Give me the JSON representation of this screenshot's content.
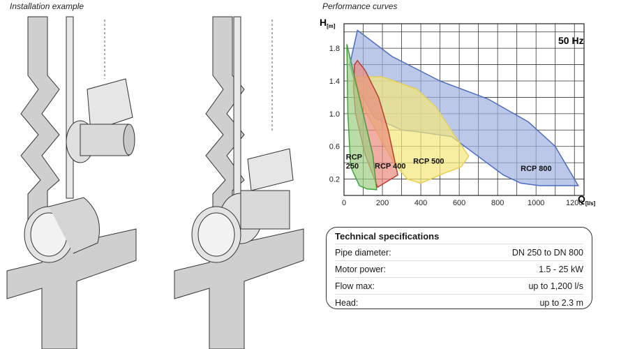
{
  "captions": {
    "installation": "Installation example",
    "performance": "Performance curves"
  },
  "chart_data": {
    "type": "area",
    "title": "",
    "frequency_label": "50 Hz",
    "y_axis": {
      "symbol": "H",
      "unit": "[m]",
      "ticks": [
        0.2,
        0.6,
        1.0,
        1.4,
        1.8
      ],
      "range": [
        0,
        2.1
      ]
    },
    "x_axis": {
      "symbol": "Q",
      "unit": "[l/s]",
      "ticks": [
        0,
        200,
        400,
        600,
        800,
        1000,
        1200
      ],
      "range": [
        0,
        1250
      ]
    },
    "grid": true,
    "series": [
      {
        "name": "RCP 800",
        "color": "#4a6cc2",
        "fill": "#9fb0de",
        "points": [
          [
            30,
            1.6
          ],
          [
            70,
            2.02
          ],
          [
            250,
            1.7
          ],
          [
            500,
            1.4
          ],
          [
            750,
            1.18
          ],
          [
            960,
            0.9
          ],
          [
            1100,
            0.6
          ],
          [
            1220,
            0.12
          ],
          [
            1020,
            0.12
          ],
          [
            920,
            0.15
          ],
          [
            830,
            0.25
          ],
          [
            560,
            0.72
          ],
          [
            380,
            0.78
          ],
          [
            300,
            0.8
          ],
          [
            160,
            0.95
          ],
          [
            60,
            1.35
          ]
        ],
        "label": "RCP 800",
        "label_pos": [
          920,
          0.3
        ]
      },
      {
        "name": "RCP 500",
        "color": "#e8d04a",
        "fill": "#f4e77a",
        "points": [
          [
            60,
            1.45
          ],
          [
            200,
            1.45
          ],
          [
            380,
            1.3
          ],
          [
            480,
            1.08
          ],
          [
            580,
            0.72
          ],
          [
            650,
            0.48
          ],
          [
            610,
            0.35
          ],
          [
            520,
            0.27
          ],
          [
            400,
            0.15
          ],
          [
            330,
            0.2
          ],
          [
            260,
            0.4
          ],
          [
            200,
            0.65
          ],
          [
            130,
            0.95
          ],
          [
            80,
            1.2
          ]
        ],
        "label": "RCP 500",
        "label_pos": [
          360,
          0.39
        ]
      },
      {
        "name": "RCP 400",
        "color": "#c23a2e",
        "fill": "#e88a7d",
        "points": [
          [
            55,
            1.6
          ],
          [
            70,
            1.65
          ],
          [
            110,
            1.53
          ],
          [
            180,
            1.2
          ],
          [
            230,
            0.8
          ],
          [
            280,
            0.25
          ],
          [
            175,
            0.1
          ],
          [
            110,
            0.5
          ],
          [
            60,
            1.0
          ],
          [
            50,
            1.3
          ]
        ],
        "label": "RCP 400",
        "label_pos": [
          160,
          0.33
        ]
      },
      {
        "name": "RCP 250",
        "color": "#3fa33a",
        "fill": "#9ccf83",
        "points": [
          [
            15,
            1.85
          ],
          [
            40,
            1.6
          ],
          [
            70,
            1.3
          ],
          [
            110,
            0.9
          ],
          [
            150,
            0.5
          ],
          [
            170,
            0.07
          ],
          [
            120,
            0.08
          ],
          [
            80,
            0.12
          ],
          [
            35,
            0.35
          ],
          [
            20,
            1.0
          ]
        ],
        "label_lines": [
          "RCP",
          "250"
        ],
        "label_pos": [
          10,
          0.44
        ]
      }
    ]
  },
  "specs": {
    "title": "Technical specifications",
    "rows": [
      {
        "label": "Pipe diameter:",
        "value": "DN 250 to DN 800"
      },
      {
        "label": "Motor power:",
        "value": "1.5 - 25 kW"
      },
      {
        "label": "Flow max:",
        "value": "up to 1,200 l/s"
      },
      {
        "label": "Head:",
        "value": "up to 2.3 m"
      }
    ]
  }
}
